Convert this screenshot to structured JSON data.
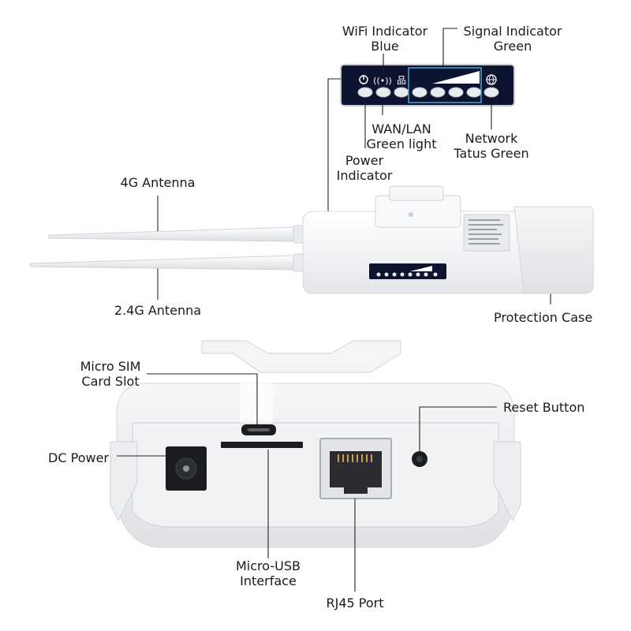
{
  "labels": {
    "wifi": {
      "line1": "WiFi Indicator",
      "line2": "Blue"
    },
    "signal": {
      "line1": "Signal Indicator",
      "line2": "Green"
    },
    "wanlan": {
      "line1": "WAN/LAN",
      "line2": "Green light"
    },
    "power": {
      "line1": "Power",
      "line2": "Indicator"
    },
    "network": {
      "line1": "Network",
      "line2": "Tatus Green"
    },
    "antenna_4g": "4G Antenna",
    "antenna_24g": "2.4G Antenna",
    "protection_case": "Protection Case",
    "micro_sim": {
      "line1": "Micro SIM",
      "line2": "Card Slot"
    },
    "reset": "Reset Button",
    "dc_power": "DC Power",
    "micro_usb": {
      "line1": "Micro-USB",
      "line2": "Interface"
    },
    "rj45": "RJ45 Port"
  },
  "colors": {
    "led_panel": "#0d1430",
    "highlight_box": "#4aa6d6",
    "device_body": "#f3f4f6",
    "leader_line": "#222222"
  }
}
